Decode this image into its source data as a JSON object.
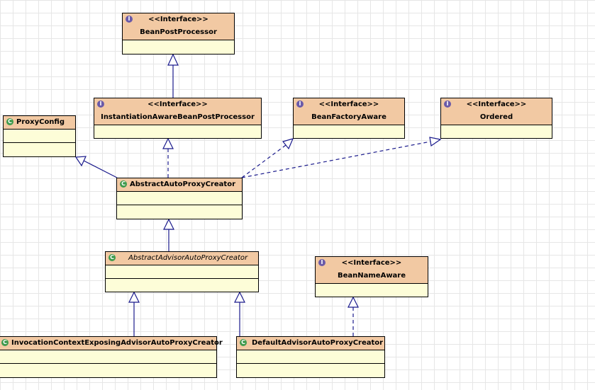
{
  "diagram": {
    "stereotype": "<<Interface>>",
    "nodes": {
      "bean_post_processor": {
        "name": "BeanPostProcessor",
        "kind": "interface"
      },
      "instantiation_aware": {
        "name": "InstantiationAwareBeanPostProcessor",
        "kind": "interface"
      },
      "bean_factory_aware": {
        "name": "BeanFactoryAware",
        "kind": "interface"
      },
      "ordered": {
        "name": "Ordered",
        "kind": "interface"
      },
      "proxy_config": {
        "name": "ProxyConfig",
        "kind": "class"
      },
      "abstract_auto_proxy_creator": {
        "name": "AbstractAutoProxyCreator",
        "kind": "class"
      },
      "abstract_advisor_auto_proxy_creator": {
        "name": "AbstractAdvisorAutoProxyCreator",
        "kind": "abstract-class"
      },
      "bean_name_aware": {
        "name": "BeanNameAware",
        "kind": "interface"
      },
      "invocation_context_exposing": {
        "name": "InvocationContextExposingAdvisorAutoProxyCreator",
        "kind": "class"
      },
      "default_advisor_auto_proxy_creator": {
        "name": "DefaultAdvisorAutoProxyCreator",
        "kind": "class"
      }
    },
    "relations": [
      {
        "from": "instantiation_aware",
        "to": "bean_post_processor",
        "type": "extends"
      },
      {
        "from": "abstract_auto_proxy_creator",
        "to": "proxy_config",
        "type": "extends"
      },
      {
        "from": "abstract_auto_proxy_creator",
        "to": "instantiation_aware",
        "type": "implements"
      },
      {
        "from": "abstract_auto_proxy_creator",
        "to": "bean_factory_aware",
        "type": "implements"
      },
      {
        "from": "abstract_auto_proxy_creator",
        "to": "ordered",
        "type": "implements"
      },
      {
        "from": "abstract_advisor_auto_proxy_creator",
        "to": "abstract_auto_proxy_creator",
        "type": "extends"
      },
      {
        "from": "invocation_context_exposing",
        "to": "abstract_advisor_auto_proxy_creator",
        "type": "extends"
      },
      {
        "from": "default_advisor_auto_proxy_creator",
        "to": "abstract_advisor_auto_proxy_creator",
        "type": "extends"
      },
      {
        "from": "default_advisor_auto_proxy_creator",
        "to": "bean_name_aware",
        "type": "implements"
      }
    ],
    "colors": {
      "header": "#f2c9a3",
      "body": "#fdfdd8",
      "edge": "#1a1a8c",
      "interface_badge": "#6b5aa8",
      "class_badge": "#3f9a4c"
    }
  }
}
